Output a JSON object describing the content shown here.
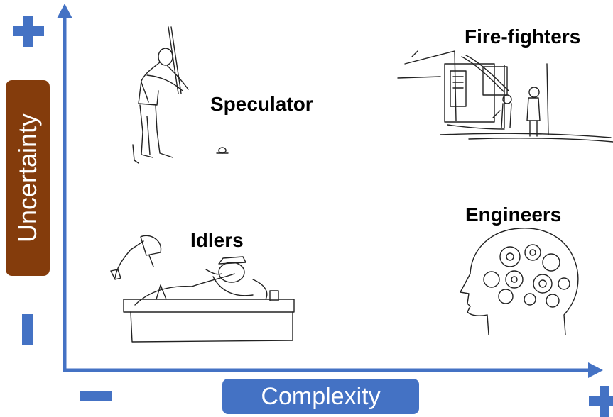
{
  "axes": {
    "y_label": "Uncertainty",
    "x_label": "Complexity"
  },
  "quadrants": {
    "top_left": "Speculator",
    "top_right": "Fire-fighters",
    "bottom_left": "Idlers",
    "bottom_right": "Engineers"
  },
  "colors": {
    "axis": "#4472C4",
    "y_label_bg": "#843C0C",
    "x_label_bg": "#4472C4"
  },
  "icons": {
    "y_high": "plus-icon",
    "y_low": "minus-icon",
    "x_low": "minus-icon",
    "x_high": "plus-icon"
  }
}
